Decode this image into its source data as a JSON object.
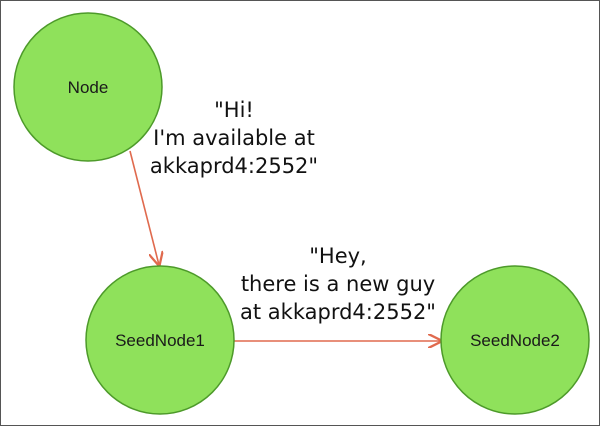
{
  "colors": {
    "node_fill": "#8fe15b",
    "node_stroke": "#4d9a2a",
    "arrow": "#e06a4e"
  },
  "nodes": [
    {
      "id": "node",
      "label": "Node"
    },
    {
      "id": "seed1",
      "label": "SeedNode1"
    },
    {
      "id": "seed2",
      "label": "SeedNode2"
    }
  ],
  "messages": [
    {
      "lines": [
        "\"Hi!",
        "I'm available at",
        "akkaprd4:2552\""
      ]
    },
    {
      "lines": [
        "\"Hey,",
        "there is a new guy",
        "at akkaprd4:2552\""
      ]
    }
  ]
}
